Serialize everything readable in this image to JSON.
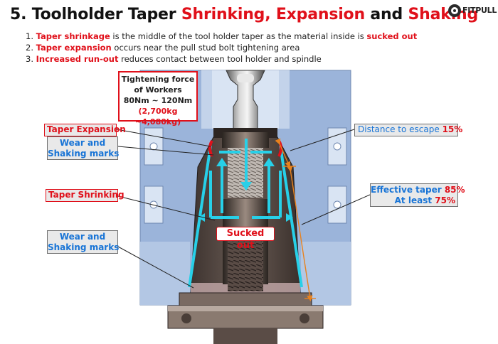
{
  "title": {
    "number": "5.",
    "part1": "Toolholder Taper",
    "part2": "Shrinking, Expansion",
    "part3": "and",
    "part4": "Shaking"
  },
  "logo": {
    "text": "FITPULL"
  },
  "notes": [
    {
      "num": "1.",
      "bold": "Taper shrinkage",
      "text": " is the middle of the tool holder taper as the material inside is ",
      "bold2": "sucked out"
    },
    {
      "num": "2.",
      "bold": "Taper expansion",
      "text": " occurs near the pull stud bolt tightening area"
    },
    {
      "num": "3.",
      "bold": "Increased run-out",
      "text": " reduces contact between tool holder and spindle"
    }
  ],
  "tightening": {
    "line1": "Tightening force",
    "line2": "of Workers",
    "line3": "80Nm ~ 120Nm",
    "line4": "(2,700kg ~4,080kg)"
  },
  "labels": {
    "taper_expansion": "Taper Expansion",
    "wear1_line1": "Wear and",
    "wear1_line2": "Shaking marks",
    "taper_shrinking": "Taper Shrinking",
    "wear2_line1": "Wear and",
    "wear2_line2": "Shaking marks",
    "sucked_out": "Sucked out",
    "distance_text": "Distance to escape",
    "distance_value": "15%",
    "effective_text": "Effective taper",
    "effective_value": "85%",
    "atleast_text": "At least",
    "atleast_value": "75%"
  },
  "colors": {
    "accent_red": "#e0101a",
    "label_blue": "#1874d6",
    "spindle_blue": "#9bb4da",
    "holder_dark": "#4a3f3a",
    "arrow_cyan": "#27d0e8"
  }
}
